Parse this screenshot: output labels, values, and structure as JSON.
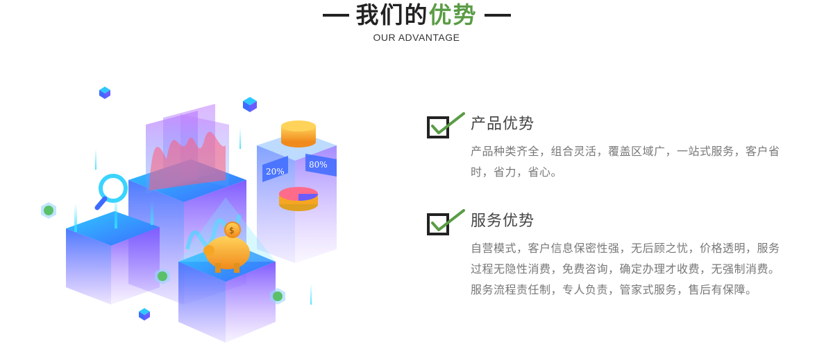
{
  "header": {
    "title_main": "我们的",
    "title_highlight": "优势",
    "subtitle": "OUR ADVANTAGE"
  },
  "illustration": {
    "label_left": "20%",
    "label_right": "80%",
    "coin_symbol": "$"
  },
  "features": [
    {
      "icon": "checkbox-check-icon",
      "title": "产品优势",
      "description": "产品种类齐全，组合灵活，覆盖区域广，一站式服务，客户省时，省力，省心。"
    },
    {
      "icon": "checkbox-check-icon",
      "title": "服务优势",
      "description": "自营模式，客户信息保密性强，无后顾之忧，价格透明，服务过程无隐性消费，免费咨询，确定办理才收费，无强制消费。服务流程责任制，专人负责，管家式服务，售后有保障。"
    }
  ],
  "colors": {
    "accent_green": "#5a9c45",
    "cube_blue": "#3d7bff",
    "cube_purple": "#8a5cff",
    "coin_gold": "#f5a623"
  }
}
